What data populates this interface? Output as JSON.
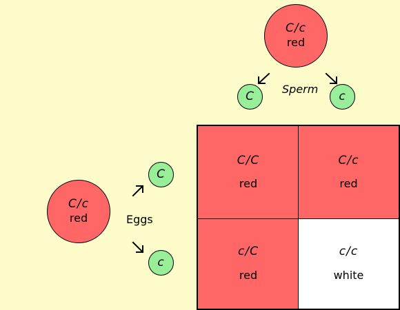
{
  "male_parent": {
    "genotype": "C/c",
    "phenotype": "red"
  },
  "sperm": {
    "label": "Sperm",
    "gametes": [
      "C",
      "c"
    ]
  },
  "female_parent": {
    "genotype": "C/c",
    "phenotype": "red"
  },
  "eggs": {
    "label": "Eggs",
    "gametes": [
      "C",
      "c"
    ]
  },
  "punnett": {
    "cells": [
      {
        "genotype": "C/C",
        "phenotype": "red",
        "color": "#ff6666"
      },
      {
        "genotype": "C/c",
        "phenotype": "red",
        "color": "#ff6666"
      },
      {
        "genotype": "c/C",
        "phenotype": "red",
        "color": "#ff6666"
      },
      {
        "genotype": "c/c",
        "phenotype": "white",
        "color": "#ffffff"
      }
    ]
  },
  "colors": {
    "background": "#fefccb",
    "red": "#ff6666",
    "gamete": "#99ee99",
    "white": "#ffffff"
  }
}
